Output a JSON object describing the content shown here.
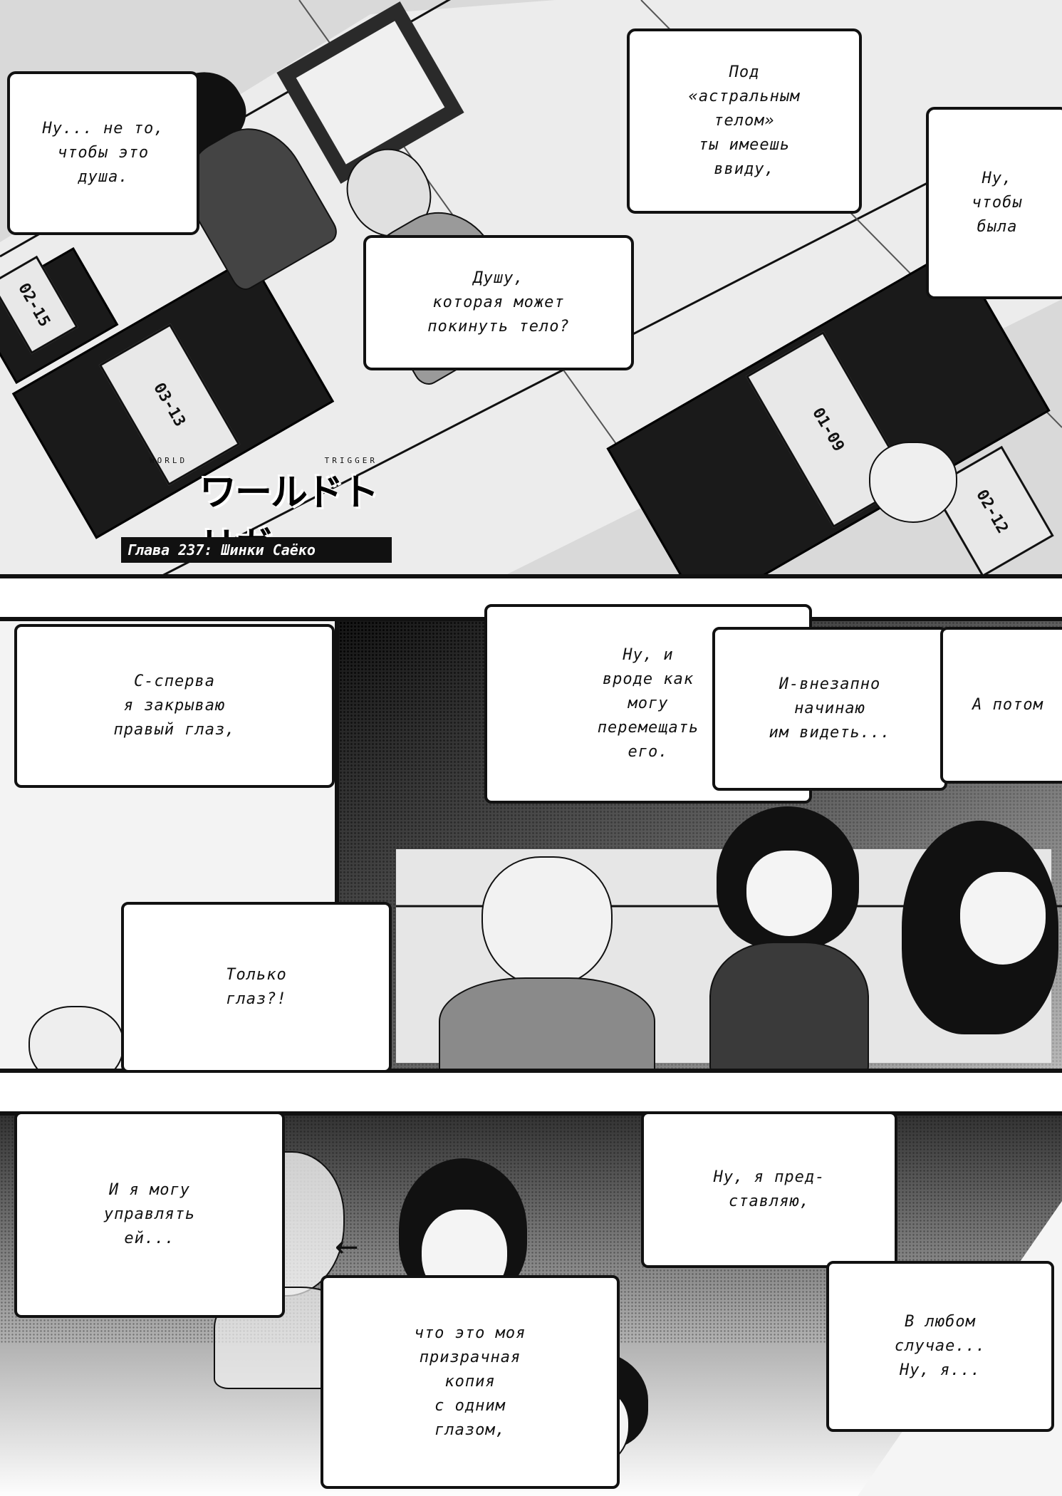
{
  "title_logo": {
    "top_left": "WORLD",
    "top_right": "TRIGGER",
    "logo": "ワールドトリガー",
    "chapter": "Глава 237: Шинки Саёко"
  },
  "panel1": {
    "bubbles": [
      "Ну... не то,\nчтобы это\nдуша.",
      "Под\n«астральным\nтелом»\nты имеешь\nввиду,",
      "Душу,\nкоторая может\nпокинуть тело?",
      "Ну,\nчтобы\nбыла"
    ],
    "desk_labels": [
      "02-15",
      "03-13",
      "01-09",
      "02-12"
    ]
  },
  "panel2": {
    "bubbles": [
      "С-сперва\nя закрываю\nправый глаз,",
      "Ну, и\nвроде как\nмогу\nперемещать\nего.",
      "И-внезапно\nначинаю\nим видеть...",
      "А потом",
      "Только\nглаз?!"
    ]
  },
  "panel3": {
    "bubbles": [
      "И я могу\nуправлять\nей...",
      "Ну, я пред-\nставляю,",
      "что это моя\nпризрачная\nкопия\nс одним\nглазом,",
      "В любом\nслучае...\nНу, я..."
    ]
  },
  "colors": {
    "ink": "#111111",
    "paper": "#ffffff",
    "tone": "#bdbdbd"
  }
}
